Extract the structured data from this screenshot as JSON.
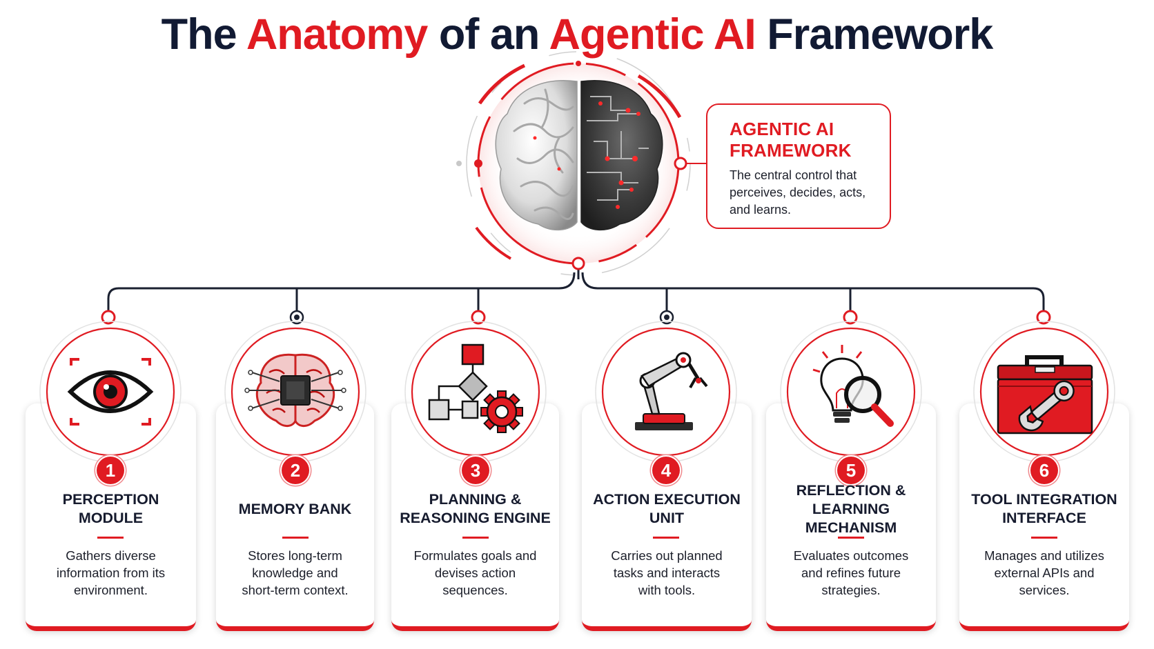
{
  "title": {
    "part1": "The ",
    "accent1": "Anatomy",
    "part2": " of an ",
    "accent2": "Agentic AI",
    "part3": " Framework"
  },
  "center": {
    "icon": "brain-circuit-icon",
    "callout_title": "AGENTIC AI FRAMEWORK",
    "callout_desc": "The central control that perceives, decides, acts, and learns."
  },
  "modules": [
    {
      "number": "1",
      "title": "PERCEPTION\nMODULE",
      "desc": "Gathers diverse\ninformation from its\nenvironment.",
      "icon": "eye-icon"
    },
    {
      "number": "2",
      "title": "MEMORY BANK",
      "desc": "Stores long-term\nknowledge and\nshort-term context.",
      "icon": "brain-chip-icon"
    },
    {
      "number": "3",
      "title": "PLANNING &\nREASONING ENGINE",
      "desc": "Formulates goals and\ndevises action\nsequences.",
      "icon": "flowchart-gear-icon"
    },
    {
      "number": "4",
      "title": "ACTION EXECUTION\nUNIT",
      "desc": "Carries out planned\ntasks and interacts\nwith tools.",
      "icon": "robotic-arm-icon"
    },
    {
      "number": "5",
      "title": "REFLECTION &\nLEARNING MECHANISM",
      "desc": "Evaluates outcomes\nand refines future\nstrategies.",
      "icon": "lightbulb-magnifier-icon"
    },
    {
      "number": "6",
      "title": "TOOL INTEGRATION\nINTERFACE",
      "desc": "Manages and utilizes\nexternal APIs and\nservices.",
      "icon": "toolbox-wrench-icon"
    }
  ],
  "colors": {
    "accent": "#e01b22",
    "dark": "#161b2e",
    "line": "#1a2030"
  }
}
